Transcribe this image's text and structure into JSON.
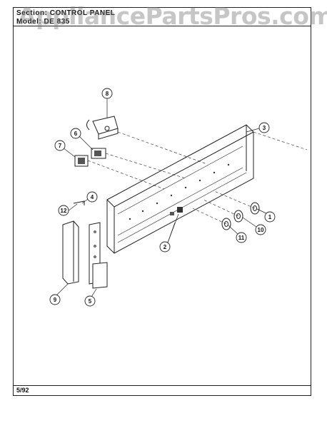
{
  "header": {
    "section_text": "Section:  CONTROL  PANEL",
    "model_text": "Model:  DE 835",
    "watermark": "AppliancePartsPros.com"
  },
  "footer": {
    "date_code": "5/92"
  },
  "callouts": {
    "c1": "1",
    "c2": "2",
    "c3": "3",
    "c4": "4",
    "c5": "5",
    "c6": "6",
    "c7": "7",
    "c8": "8",
    "c9": "9",
    "c10": "10",
    "c11": "11",
    "c12": "12"
  }
}
